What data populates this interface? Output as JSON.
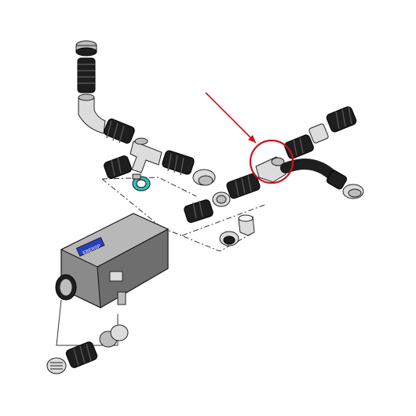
{
  "diagram": {
    "heater_brand_label": "EBERSP",
    "colors": {
      "background": "#ffffff",
      "hose": "#1e1e1e",
      "part_grey": "#bdbdbd",
      "heater_body": "#8a8a8a",
      "highlight_circle": "#c8141c",
      "clamp_accent": "#2ec4c4",
      "label_blue": "#2a3fbf"
    },
    "highlight": {
      "target": "y-piece-connector",
      "marker": "red-circle-with-arrow"
    }
  }
}
